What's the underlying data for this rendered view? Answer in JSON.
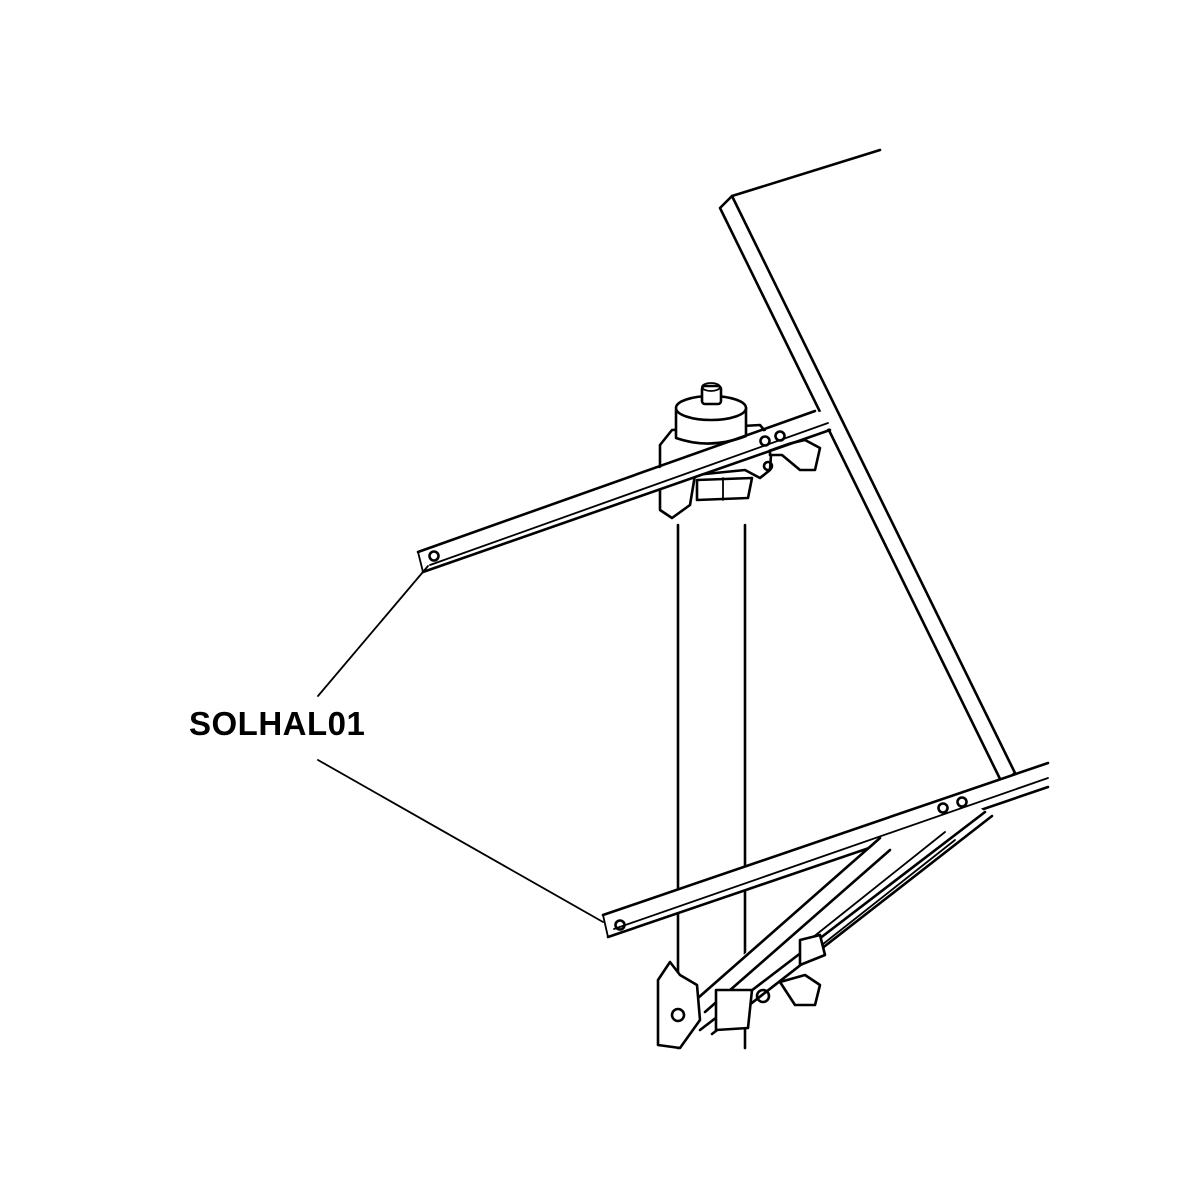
{
  "diagram": {
    "subject": "Solar panel side-of-pole mount assembly",
    "callout": {
      "label": "SOLHAL01",
      "targets": [
        "upper-rail-end",
        "lower-rail-end"
      ]
    },
    "parts": [
      {
        "name": "solar-panel"
      },
      {
        "name": "mounting-pole"
      },
      {
        "name": "upper-clamp-with-cap-nut"
      },
      {
        "name": "upper-rail"
      },
      {
        "name": "lower-rail"
      },
      {
        "name": "lower-clamp"
      },
      {
        "name": "diagonal-support-struts"
      }
    ],
    "colors": {
      "line": "#000000",
      "background": "#ffffff"
    }
  }
}
